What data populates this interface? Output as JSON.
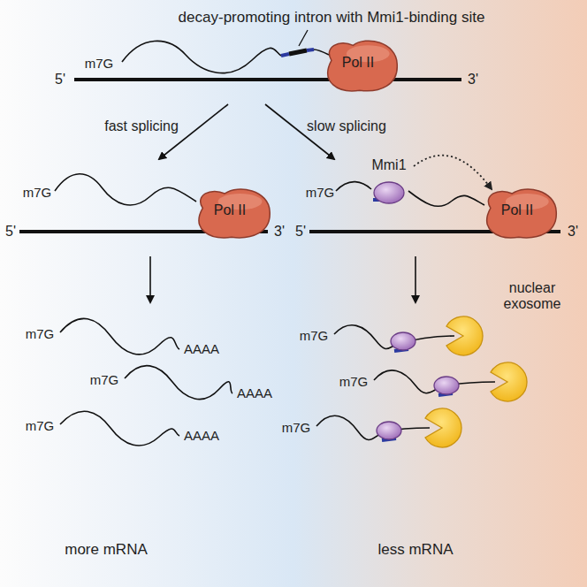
{
  "diagram": {
    "nodes": [
      {
        "text": [
          "Pol II"
        ]
      },
      {
        "text": [
          "Pol II"
        ]
      },
      {
        "text": [
          "Mmi1"
        ]
      },
      {
        "text": [
          "Pol II"
        ]
      }
    ],
    "edges": [
      {
        "from": 2,
        "to": 3,
        "arrow": "to"
      }
    ],
    "labels": [
      "decay-promoting intron with Mmi1-binding site",
      "m7G",
      "5'",
      "3'",
      "fast splicing",
      "slow splicing",
      "m7G",
      "5'",
      "3'",
      "m7G",
      "5'",
      "3'",
      "m7G",
      "m7G",
      "m7G",
      "AAAA",
      "AAAA",
      "AAAA",
      "m7G",
      "m7G",
      "m7G",
      "nuclear exosome",
      "more mRNA",
      "less mRNA"
    ]
  }
}
